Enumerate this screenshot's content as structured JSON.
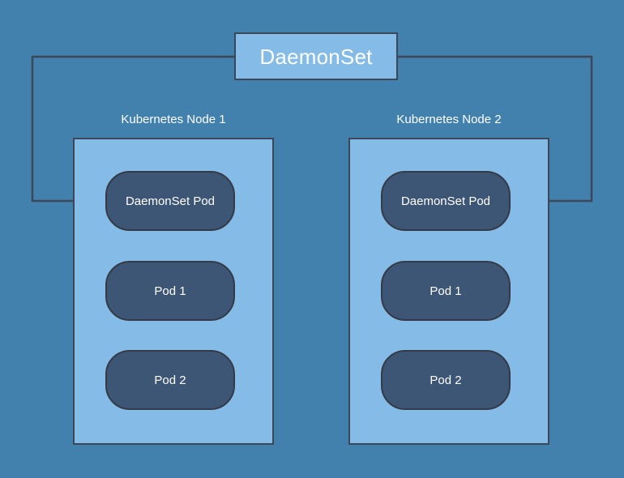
{
  "diagram": {
    "title": "DaemonSet",
    "colors": {
      "background": "#4281ad",
      "container_fill": "#85bbe7",
      "container_stroke": "#3c4758",
      "pod_fill": "#3e5675",
      "pod_stroke": "#343b47",
      "connector": "#3c4758",
      "text": "#ffffff"
    },
    "controller": {
      "label": "DaemonSet"
    },
    "nodes": [
      {
        "title": "Kubernetes Node 1",
        "pods": [
          {
            "label": "DaemonSet Pod",
            "managed": true
          },
          {
            "label": "Pod 1",
            "managed": false
          },
          {
            "label": "Pod 2",
            "managed": false
          }
        ]
      },
      {
        "title": "Kubernetes Node 2",
        "pods": [
          {
            "label": "DaemonSet Pod",
            "managed": true
          },
          {
            "label": "Pod 1",
            "managed": false
          },
          {
            "label": "Pod 2",
            "managed": false
          }
        ]
      }
    ],
    "connectors": [
      {
        "from": "DaemonSet",
        "to": "Kubernetes Node 1 / DaemonSet Pod",
        "direction": "left-down-right",
        "arrowhead": "end"
      },
      {
        "from": "DaemonSet",
        "to": "Kubernetes Node 2 / DaemonSet Pod",
        "direction": "right-down-left",
        "arrowhead": "end"
      }
    ]
  }
}
